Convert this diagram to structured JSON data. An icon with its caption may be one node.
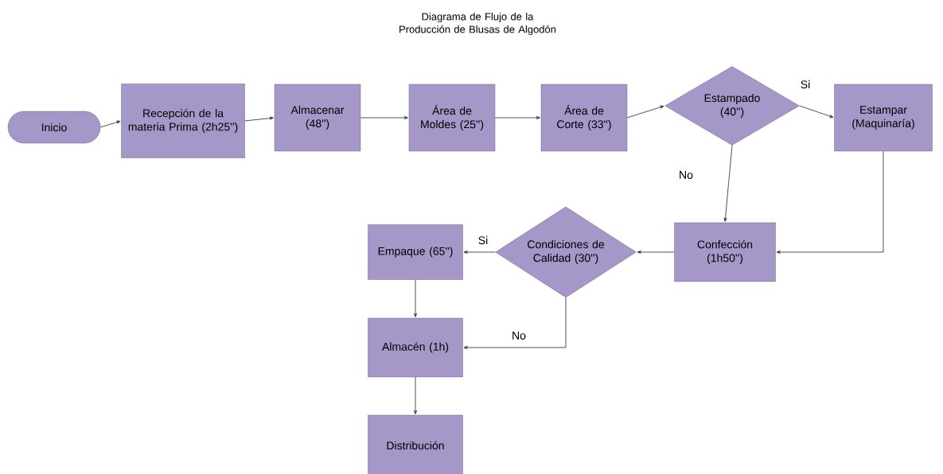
{
  "diagram": {
    "title": "Diagrama de Flujo de la Producción de Blusas de Algodón",
    "nodes": [
      {
        "text": [
          "Inicio"
        ]
      },
      {
        "text": [
          "Recepción de la materia Prima (2h25'')"
        ]
      },
      {
        "text": [
          "Almacenar (48'')"
        ]
      },
      {
        "text": [
          "Área de Moldes (25'')"
        ]
      },
      {
        "text": [
          "Área de Corte (33'')"
        ]
      },
      {
        "text": [
          "Estampado (40'')"
        ]
      },
      {
        "text": [
          "Estampar (Maquinaría)"
        ]
      },
      {
        "text": [
          "Confección (1h50'')"
        ]
      },
      {
        "text": [
          "Condiciones de Calidad (30'')"
        ]
      },
      {
        "text": [
          "Empaque (65'')"
        ]
      },
      {
        "text": [
          "Almacén (1h)"
        ]
      },
      {
        "text": [
          "Distribución"
        ]
      }
    ],
    "edges": [
      {
        "from": 0,
        "to": 1,
        "arrow": "to"
      },
      {
        "from": 1,
        "to": 2,
        "arrow": "to"
      },
      {
        "from": 2,
        "to": 3,
        "arrow": "to"
      },
      {
        "from": 3,
        "to": 4,
        "arrow": "to"
      },
      {
        "from": 4,
        "to": 5,
        "arrow": "to"
      },
      {
        "from": 5,
        "to": 6,
        "arrow": "to",
        "label": "Si"
      },
      {
        "from": 5,
        "to": 7,
        "arrow": "to",
        "label": "No"
      },
      {
        "from": 6,
        "to": 7,
        "arrow": "to"
      },
      {
        "from": 7,
        "to": 8,
        "arrow": "to"
      },
      {
        "from": 8,
        "to": 9,
        "arrow": "to",
        "label": "Si"
      },
      {
        "from": 8,
        "to": 10,
        "arrow": "to",
        "label": "No"
      },
      {
        "from": 9,
        "to": 10,
        "arrow": "to"
      },
      {
        "from": 10,
        "to": 11,
        "arrow": "to"
      }
    ]
  }
}
